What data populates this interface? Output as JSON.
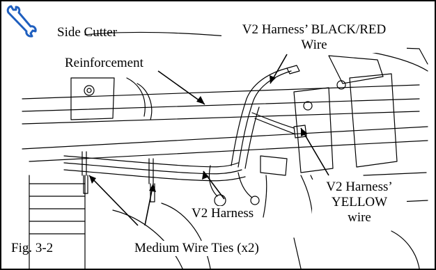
{
  "figure": {
    "fig_label": "Fig. 3-2",
    "tool_icon": "wrench-icon",
    "tool_name": "Side Cutter",
    "labels": {
      "reinforcement": "Reinforcement",
      "black_red_line1": "V2 Harness’ BLACK/RED",
      "black_red_line2": "Wire",
      "v2_harness": "V2 Harness",
      "yellow_line1": "V2 Harness’",
      "yellow_line2": "YELLOW",
      "yellow_line3": "wire",
      "wire_ties": "Medium Wire Ties (x2)"
    },
    "colors": {
      "icon": "#1f5fbf",
      "ink": "#000000"
    }
  }
}
